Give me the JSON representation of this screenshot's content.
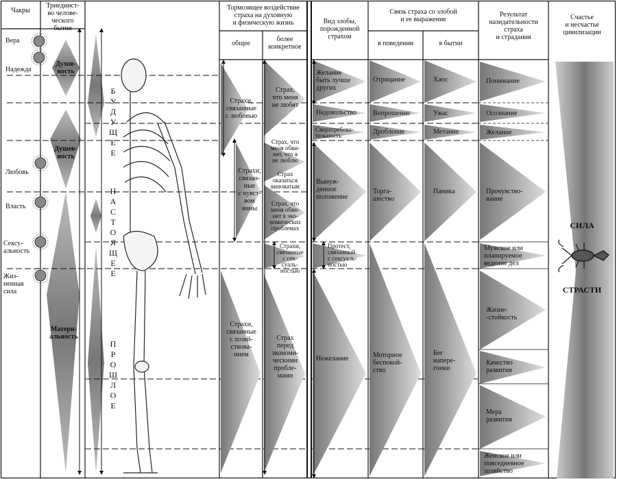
{
  "headers": {
    "chakras": "Чакры",
    "triunity": "Триединст-\nво челове-\nческого\nбытия",
    "inhibiting": "Тормозящее воздействие\nстраха на духовную\nи физическую жизнь",
    "general": "общее",
    "specific": "более\nконкретное",
    "anger_type": "Вид злобы,\nпорожденной\nстрахом",
    "link": "Связь страха со злобой\nи ее выражение",
    "in_behavior": "в поведении",
    "in_being": "в бытии",
    "result": "Результат\nназидательности\nстраха\nи страдания",
    "happiness": "Счастье\nи несчастье\nцивилизации"
  },
  "chakras": [
    "Вера",
    "Надежда",
    "Любовь",
    "Власть",
    "Сексу-\nальность",
    "Жиз-\nненная\nсила"
  ],
  "triunity": [
    "Духов-\nность",
    "Душев-\nность",
    "Матери-\nальность"
  ],
  "time_axis": {
    "future": "Б\nУ\nД\nУ\nЩ\nЕ\nЕ",
    "present": "Н\nА\nС\nТ\nО\nЯ\nЩ\nЕ\nЕ",
    "past": "П\nР\nО\nШ\nЛ\nО\nЕ"
  },
  "fears_general": [
    "Страхи,\nсвязанные\nс любовью",
    "Страхи,\nсвязан-\nные\nс чувст-\nвом\nвины",
    "Страхи,\nсвязанные\nс хозяй-\nствова-\nнием"
  ],
  "fears_specific": [
    "Страх,\nчто меня\nне любят",
    "Страх, что\nменя обви-\nнят, что я\nне люблю",
    "Страх\nоказаться\nвиноватым",
    "Страх, что\nменя обви-\nнят в эко-\nномических\nпроблемах",
    "Страхи,\nсвязанные\nс сек-\nсуаль-\nностью",
    "Страх\nперед\nэкономи-\nческими\nпробле-\nмами"
  ],
  "anger_types": [
    "Желание\nбыть лучше\nдругих",
    "Недовольство",
    "Сверхтребова-\nтельность",
    "Вынуж-\nденное\nположение",
    "Протест,\nсвязанный\nс сексуаль-\nностью",
    "Нежелание"
  ],
  "behavior": [
    "Отрицание",
    "Вопрошение",
    "Дробление",
    "Торга-\nшество",
    "Моторное\nбеспокой-\nство"
  ],
  "being": [
    "Хаос",
    "Ужас",
    "Метание",
    "Паника",
    "Бег\nнапере-\nгонки"
  ],
  "results": [
    "Понимание",
    "Осознание",
    "Желание",
    "Прочувство-\nвание",
    "Мужское или\nпланируемое\nведение дел",
    "Жизне-\n-стойкость",
    "Качество\nразвития",
    "Мера\nразвития",
    "Женское или\nповседневное\nхозяйство"
  ],
  "civilization": {
    "strength": "СИЛА",
    "passion": "СТРАСТИ"
  }
}
